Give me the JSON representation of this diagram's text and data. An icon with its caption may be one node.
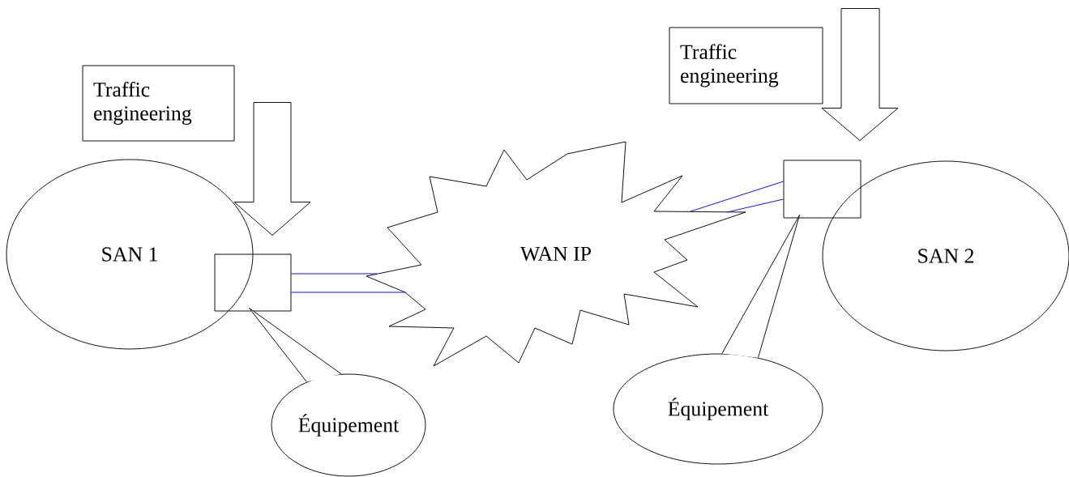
{
  "diagram": {
    "nodes": [
      {
        "text": [
          "Traffic engineering"
        ]
      },
      {
        "text": [
          "SAN 1"
        ]
      },
      {
        "text": [],
        "shape": "box"
      },
      {
        "text": [
          "Équipement"
        ]
      },
      {
        "text": [
          "WAN IP"
        ]
      },
      {
        "text": [
          "Traffic engineering"
        ]
      },
      {
        "text": [],
        "shape": "box"
      },
      {
        "text": [
          "SAN 2"
        ]
      },
      {
        "text": [
          "Équipement"
        ]
      }
    ],
    "edges": [
      {
        "from": null,
        "to": 2,
        "arrow": "to",
        "style": "thick"
      },
      {
        "from": 2,
        "to": 4,
        "arrow": "none",
        "color": "#0000ff"
      },
      {
        "from": 2,
        "to": 4,
        "arrow": "none",
        "color": "#0000ff"
      },
      {
        "from": 3,
        "to": 2,
        "arrow": "none",
        "color": "#000000"
      },
      {
        "from": null,
        "to": 6,
        "arrow": "to",
        "style": "thick"
      },
      {
        "from": 6,
        "to": 4,
        "arrow": "none",
        "color": "#0000ff"
      },
      {
        "from": 6,
        "to": 4,
        "arrow": "none",
        "color": "#0000ff"
      },
      {
        "from": 8,
        "to": 6,
        "arrow": "none",
        "color": "#000000"
      }
    ]
  }
}
